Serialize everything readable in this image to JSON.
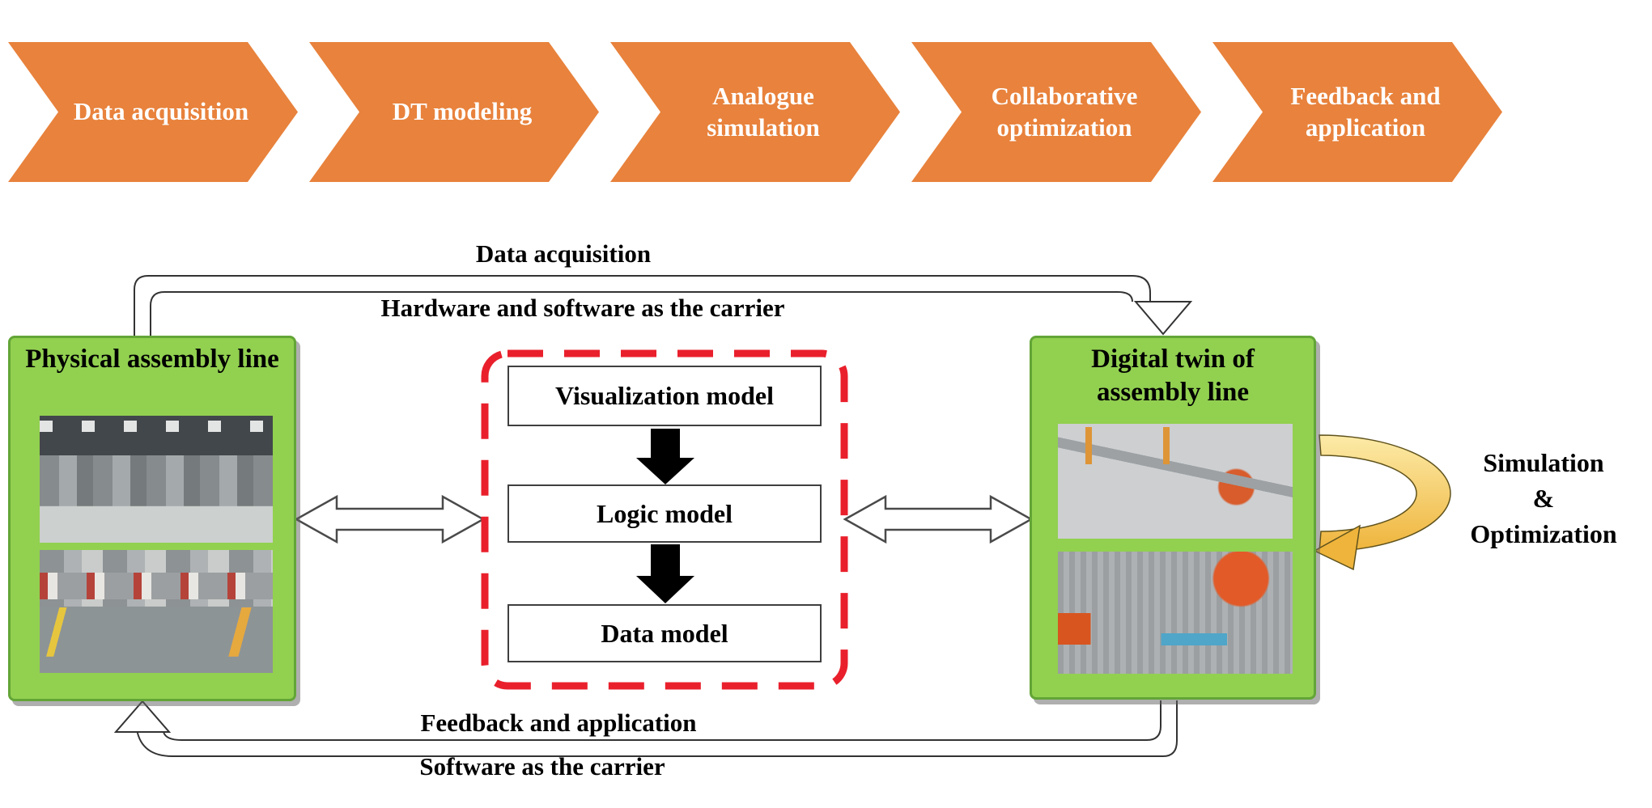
{
  "process_chevrons": [
    {
      "label": "Data acquisition"
    },
    {
      "label": "DT modeling"
    },
    {
      "label": "Analogue simulation"
    },
    {
      "label": "Collaborative optimization"
    },
    {
      "label": "Feedback and application"
    }
  ],
  "top_flow": {
    "title": "Data acquisition",
    "subtitle": "Hardware and software as the carrier"
  },
  "bottom_flow": {
    "title": "Feedback and application",
    "subtitle": "Software as the carrier"
  },
  "physical_box": {
    "title": "Physical assembly line"
  },
  "digital_box": {
    "title": "Digital twin of assembly line"
  },
  "model_stack": {
    "items": [
      {
        "label": "Visualization model"
      },
      {
        "label": "Logic model"
      },
      {
        "label": "Data model"
      }
    ]
  },
  "side_loop": {
    "line1": "Simulation",
    "line2": "&",
    "line3": "Optimization"
  },
  "colors": {
    "chevron_orange": "#E8823C",
    "box_green": "#92D050",
    "box_green_border": "#63A537",
    "dashed_red": "#E9202C",
    "loop_yellow_light": "#FCEBA8",
    "loop_yellow_dark": "#EFB43B",
    "arrow_black": "#000000"
  }
}
